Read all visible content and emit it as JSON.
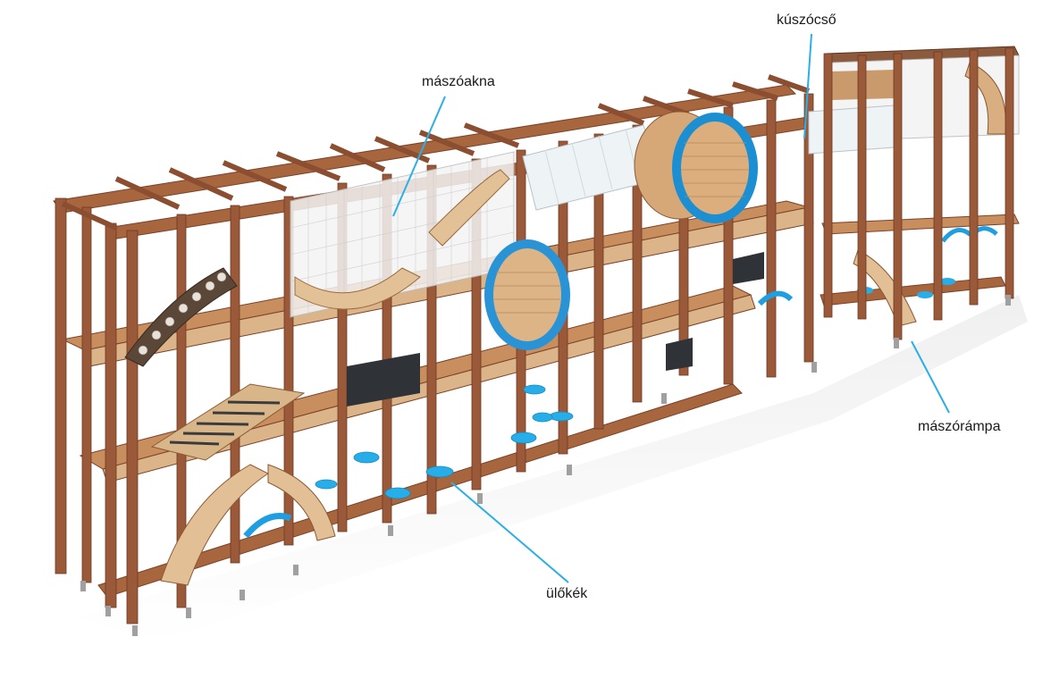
{
  "labels": {
    "climbing_shaft": "mászóakna",
    "crawl_tube": "kúszócső",
    "climbing_ramp": "mászórámpa",
    "seats": "ülőkék"
  },
  "colors": {
    "wood_post": "#9a5a3a",
    "wood_deck": "#d9b38a",
    "accent_blue": "#1fa6e0",
    "leader_line": "#2ab0e6",
    "steel_foot": "#9a9a9a"
  }
}
